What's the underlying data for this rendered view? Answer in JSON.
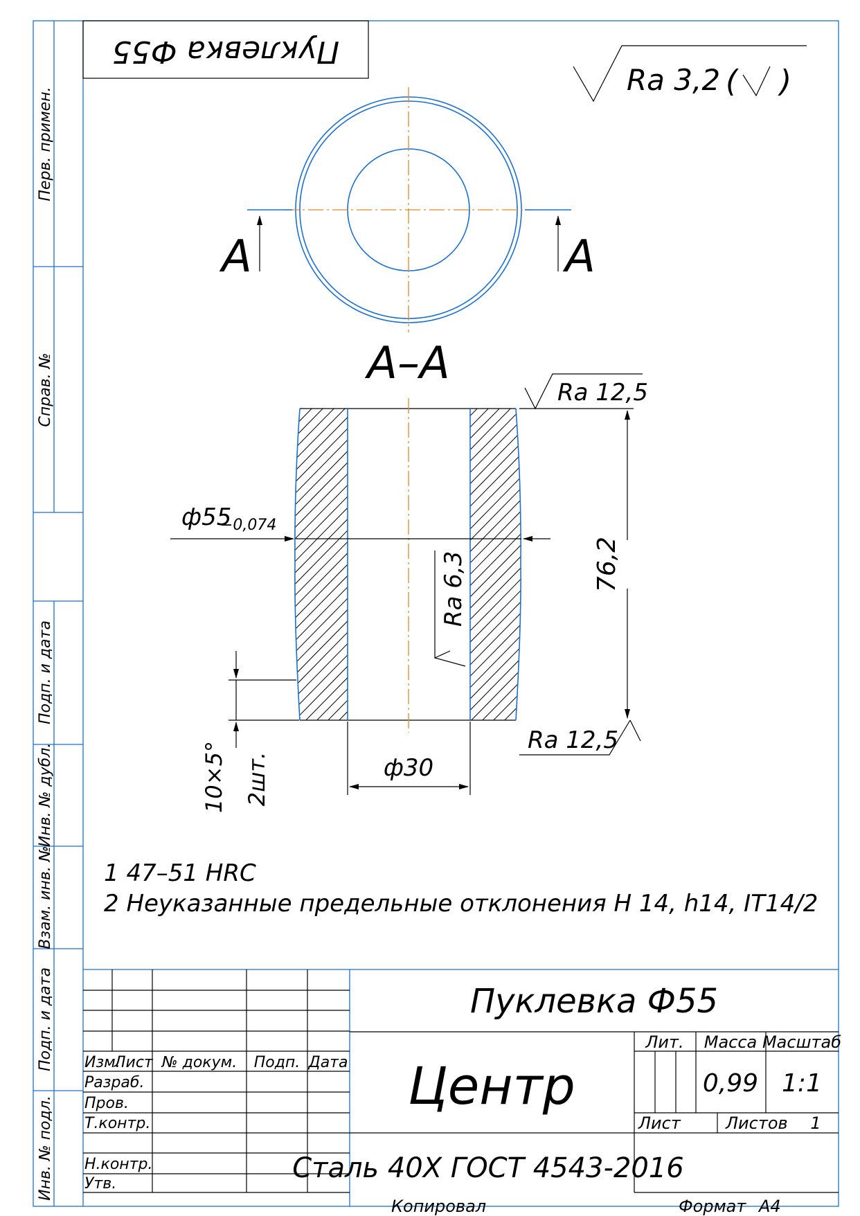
{
  "stamp_top": "Пуклевка Ф55",
  "surface_general": {
    "ra": "Ra 3,2",
    "paren_open": "(",
    "paren_close": ")"
  },
  "section_marks": {
    "left": "A",
    "right": "A",
    "title": "A–A"
  },
  "roughness": {
    "top": "Ra 12,5",
    "bottom": "Ra 12,5",
    "bore": "Ra 6,3"
  },
  "dimensions": {
    "outer_diameter": "ф55",
    "outer_tolerance": "−0,074",
    "height": "76,2",
    "bore_diameter": "ф30",
    "chamfer": "10×5°",
    "chamfer_count": "2шт."
  },
  "notes": [
    "1  47–51 HRC",
    "2  Неуказанные предельные отклонения H 14, h14, IT14/2"
  ],
  "side_strip": {
    "perv_primen": "Перв. примен.",
    "sprav_no": "Справ. №",
    "podp_data_1": "Подп. и дата",
    "inv_dubl": "Инв. № дубл.",
    "vzam_inv": "Взам. инв. №",
    "podp_data_2": "Подп. и дата",
    "inv_podl": "Инв. № подл."
  },
  "title_block": {
    "designation": "Пуклевка Ф55",
    "name": "Центр",
    "material": "Сталь 40Х ГОСТ 4543-2016",
    "col_izm": "Изм.",
    "col_list": "Лист",
    "col_doc": "№ докум.",
    "col_podp": "Подп.",
    "col_data": "Дата",
    "razrab": "Разраб.",
    "prov": "Пров.",
    "tkontr": "Т.контр.",
    "nkontr": "Н.контр.",
    "utv": "Утв.",
    "lit_label": "Лит.",
    "massa_label": "Масса",
    "masshtab_label": "Масштаб",
    "massa_value": "0,99",
    "masshtab_value": "1:1",
    "list_label": "Лист",
    "listov_label": "Листов",
    "listov_value": "1"
  },
  "footer": {
    "copied": "Копировал",
    "format_label": "Формат",
    "format_value": "А4"
  },
  "colors": {
    "frame": "#1b6fcf",
    "axis": "#e0892a",
    "ink": "#000000"
  }
}
